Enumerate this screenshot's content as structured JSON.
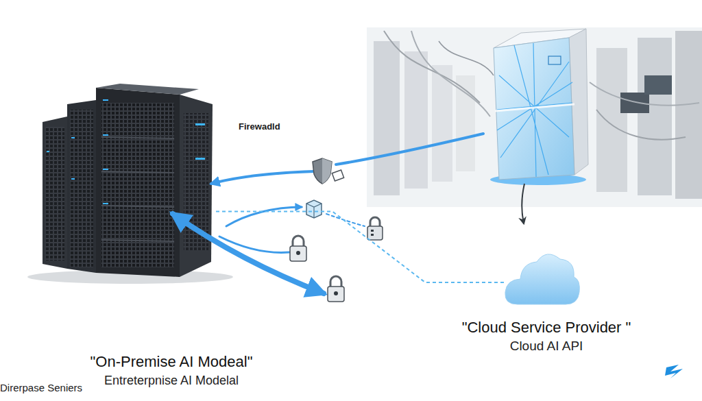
{
  "diagram": {
    "nodes": [
      {
        "text": [
          "\"On-Premise AI Modeal\"",
          "Entreterpnise AI Modelal"
        ]
      },
      {
        "text": [
          "\"Cloud Service Provider \"",
          "Cloud AI API"
        ]
      }
    ],
    "edges": [
      {
        "from": 1,
        "to": 0,
        "arrow": "none"
      }
    ],
    "labels": [
      "Firewadld",
      "Direrpase Seniers"
    ]
  }
}
